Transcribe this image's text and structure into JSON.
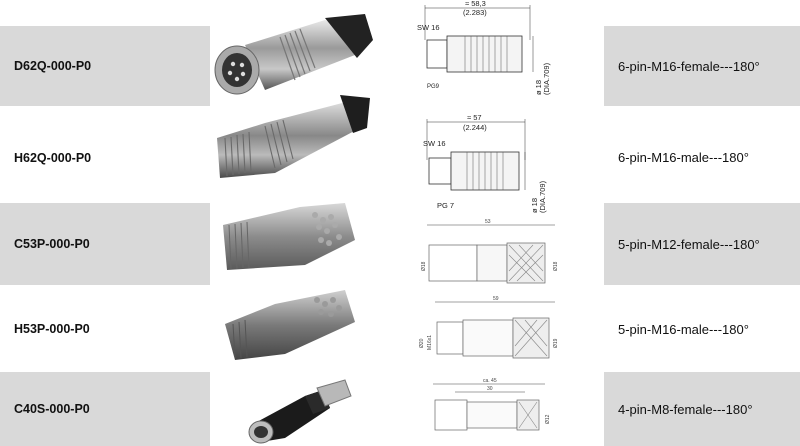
{
  "rows": [
    {
      "code": "D62Q-000-P0",
      "description": "6-pin-M16-female---180°",
      "icon": "connector-female-straight-icon",
      "drawing": {
        "length": "≈ 58,3",
        "length_in": "(2.283)",
        "wrench": "SW 16",
        "gland": "PG9",
        "dia": "ø 18",
        "dia_in": "(DIA.709)"
      }
    },
    {
      "code": "H62Q-000-P0",
      "description": "6-pin-M16-male---180°",
      "icon": "connector-male-straight-icon",
      "drawing": {
        "length": "≈ 57",
        "length_in": "(2.244)",
        "wrench": "SW 16",
        "gland": "PG 7",
        "dia": "ø 18",
        "dia_in": "(DIA.709)"
      }
    },
    {
      "code": "C53P-000-P0",
      "description": "5-pin-M12-female---180°",
      "icon": "connector-female-straight-icon",
      "drawing": {
        "length": "53",
        "dia_left": "Ø18",
        "dia_right": "Ø18"
      }
    },
    {
      "code": "H53P-000-P0",
      "description": "5-pin-M16-male---180°",
      "icon": "connector-male-straight-icon",
      "drawing": {
        "length": "59",
        "dia_left": "Ø20",
        "thread": "M16x1",
        "dia_right": "Ø19"
      }
    },
    {
      "code": "C40S-000-P0",
      "description": "4-pin-M8-female---180°",
      "icon": "connector-female-straight-icon",
      "drawing": {
        "length": "ca. 45",
        "inner": "30",
        "dia_right": "Ø12"
      }
    }
  ]
}
